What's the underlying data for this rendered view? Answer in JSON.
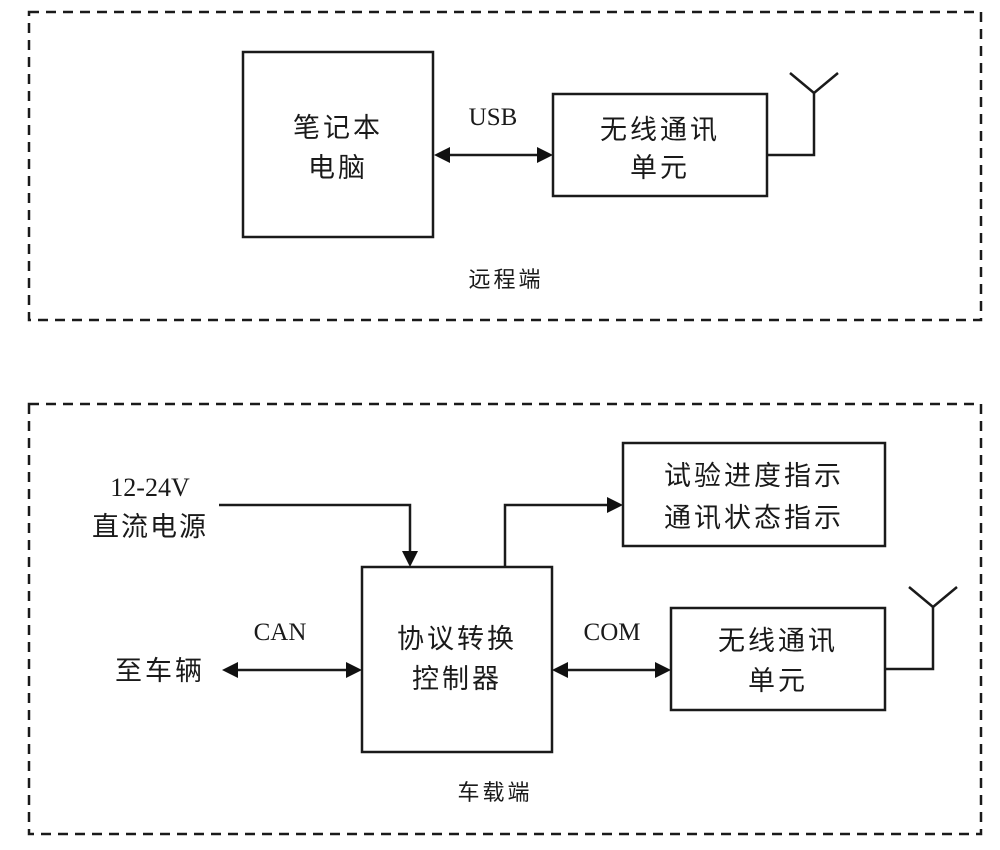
{
  "remote_group": {
    "label": "远程端",
    "laptop": {
      "lines": [
        "笔记本",
        "电脑"
      ]
    },
    "usb_link": {
      "label": "USB"
    },
    "wireless_unit": {
      "lines": [
        "无线通讯",
        "单元"
      ]
    }
  },
  "vehicle_group": {
    "label": "车载端",
    "power_source": {
      "lines": [
        "12-24V",
        "直流电源"
      ]
    },
    "vehicle": {
      "label": "至车辆"
    },
    "can_link": {
      "label": "CAN"
    },
    "controller": {
      "lines": [
        "协议转换",
        "控制器"
      ]
    },
    "com_link": {
      "label": "COM"
    },
    "indicator": {
      "lines": [
        "试验进度指示",
        "通讯状态指示"
      ]
    },
    "wireless_unit": {
      "lines": [
        "无线通讯",
        "单元"
      ]
    }
  }
}
